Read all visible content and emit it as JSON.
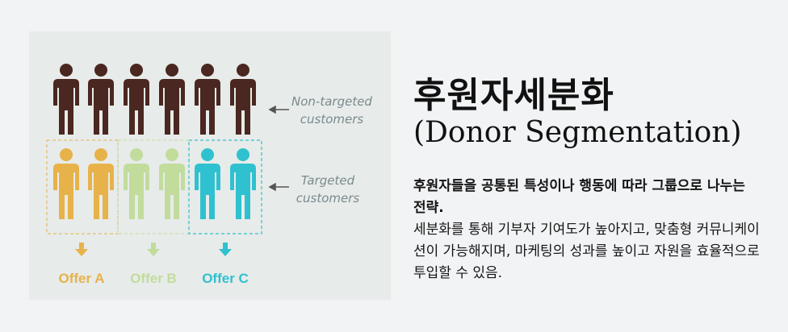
{
  "figure": {
    "non_targeted_label_1": "Non-targeted",
    "non_targeted_label_2": "customers",
    "targeted_label_1": "Targeted",
    "targeted_label_2": "customers",
    "offers": [
      {
        "label": "Offer A",
        "color": "#e7b24a"
      },
      {
        "label": "Offer B",
        "color": "#c2dc9c"
      },
      {
        "label": "Offer C",
        "color": "#2fc1cf"
      }
    ],
    "person_dark_color": "#4a2720",
    "label_color": "#7a8a8e"
  },
  "title_ko": "후원자세분화",
  "title_en": "(Donor Segmentation)",
  "desc": {
    "lead": "후원자들을 공통된 특성이나 행동에 따라 그룹으로 나누는 전략.",
    "body": "세분화를 통해 기부자 기여도가 높아지고, 맞춤형 커뮤니케이션이 가능해지며, 마케팅의 성과를 높이고 자원을 효율적으로 투입할 수 있음."
  }
}
